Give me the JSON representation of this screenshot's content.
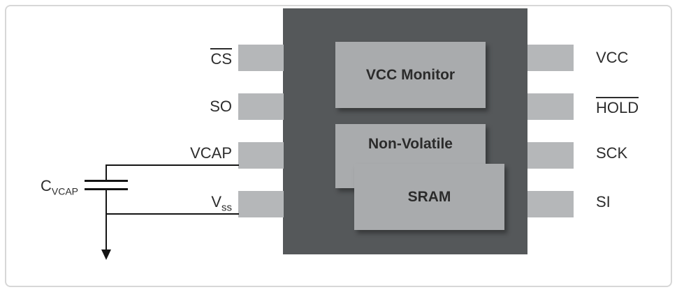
{
  "figure": {
    "blocks": {
      "vcc_monitor": "VCC Monitor",
      "non_volatile": "Non-Volatile",
      "sram": "SRAM"
    },
    "pins": {
      "left": [
        {
          "label": "CS",
          "overline": true
        },
        {
          "label": "SO"
        },
        {
          "label": "VCAP"
        },
        {
          "label": "V",
          "sub": "ss"
        }
      ],
      "right": [
        {
          "label": "VCC"
        },
        {
          "label": "HOLD",
          "overline": true
        },
        {
          "label": "SCK"
        },
        {
          "label": "SI"
        }
      ]
    },
    "capacitor": {
      "label": "C",
      "sub": "VCAP"
    }
  },
  "colors": {
    "chip": "#55585a",
    "pin": "#b5b7b9",
    "block": "#a9abad",
    "line": "#141414"
  }
}
